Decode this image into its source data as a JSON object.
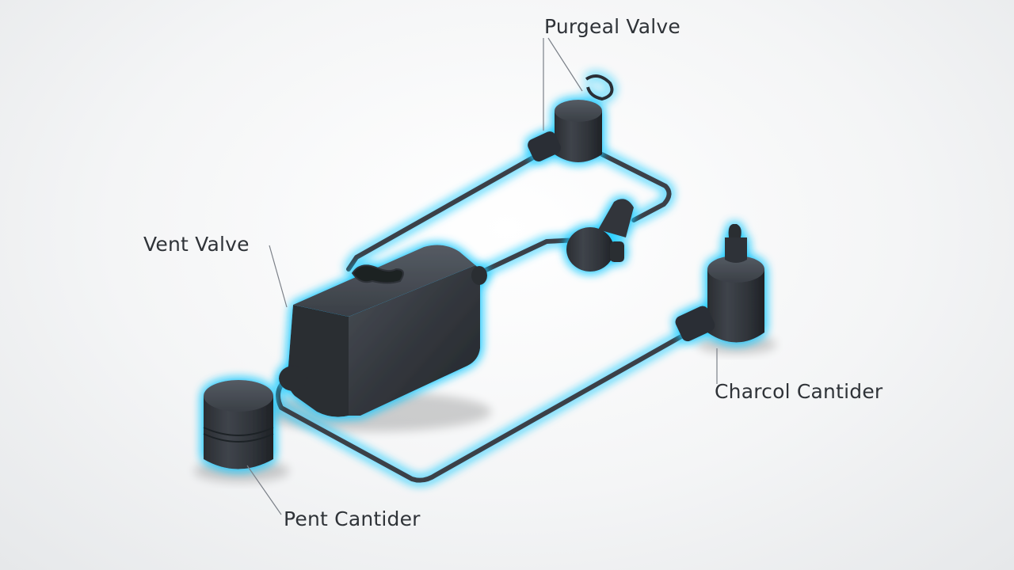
{
  "diagram": {
    "labels": {
      "purge_valve": "Purgeal Valve",
      "vent_valve": "Vent Valve",
      "charcoal_canister": "Charcol Cantider",
      "pent_canister": "Pent Cantider"
    },
    "colors": {
      "component_body": "#33373d",
      "component_dark": "#23262b",
      "hose": "#3a3f46",
      "glow": "#18c8ff",
      "leader_line": "#7b8088",
      "label_text": "#2f3338",
      "background": "#f4f5f6"
    }
  }
}
